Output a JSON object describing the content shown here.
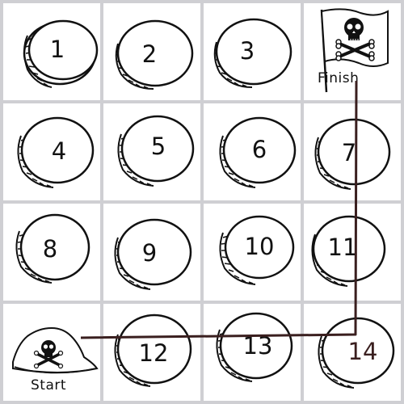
{
  "board": {
    "start_label": "Start",
    "finish_label": "Finish",
    "start_icon": "pirate-hat-icon",
    "finish_icon": "pirate-flag-icon",
    "path_color": "#3a1f1f",
    "grid_color": "#cfcfd3",
    "coins": [
      {
        "number": "1"
      },
      {
        "number": "2"
      },
      {
        "number": "3"
      },
      {
        "number": "4"
      },
      {
        "number": "5"
      },
      {
        "number": "6"
      },
      {
        "number": "7"
      },
      {
        "number": "8"
      },
      {
        "number": "9"
      },
      {
        "number": "10"
      },
      {
        "number": "11"
      },
      {
        "number": "12"
      },
      {
        "number": "13"
      },
      {
        "number": "14"
      }
    ]
  }
}
